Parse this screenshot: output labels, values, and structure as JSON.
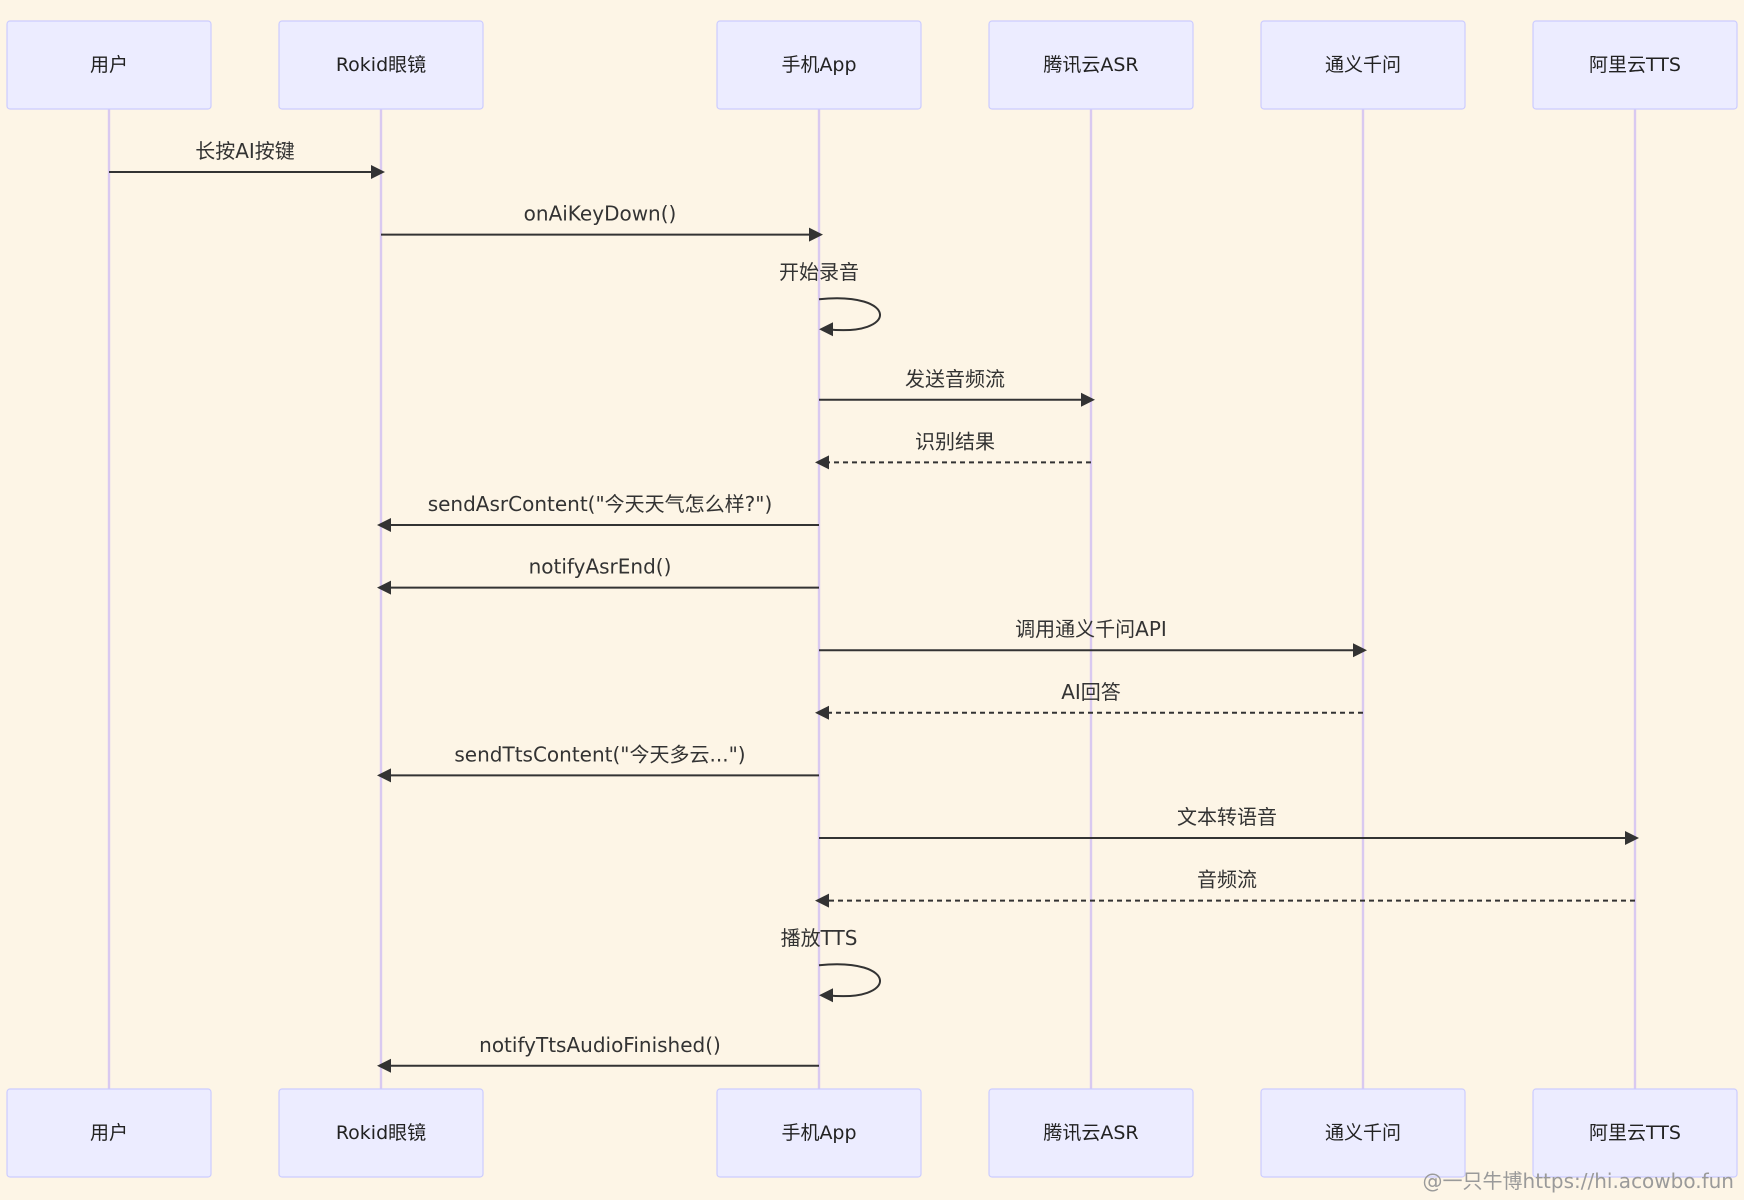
{
  "participants": [
    {
      "id": "user",
      "label": "用户"
    },
    {
      "id": "glasses",
      "label": "Rokid眼镜"
    },
    {
      "id": "phone",
      "label": "手机App"
    },
    {
      "id": "asr",
      "label": "腾讯云ASR"
    },
    {
      "id": "qwen",
      "label": "通义千问"
    },
    {
      "id": "tts",
      "label": "阿里云TTS"
    }
  ],
  "messages": [
    {
      "from": "user",
      "to": "glasses",
      "label": "长按AI按键",
      "style": "solid"
    },
    {
      "from": "glasses",
      "to": "phone",
      "label": "onAiKeyDown()",
      "style": "solid"
    },
    {
      "from": "phone",
      "to": "phone",
      "label": "开始录音",
      "style": "self"
    },
    {
      "from": "phone",
      "to": "asr",
      "label": "发送音频流",
      "style": "solid"
    },
    {
      "from": "asr",
      "to": "phone",
      "label": "识别结果",
      "style": "dashed"
    },
    {
      "from": "phone",
      "to": "glasses",
      "label": "sendAsrContent(\"今天天气怎么样?\")",
      "style": "solid"
    },
    {
      "from": "phone",
      "to": "glasses",
      "label": "notifyAsrEnd()",
      "style": "solid"
    },
    {
      "from": "phone",
      "to": "qwen",
      "label": "调用通义千问API",
      "style": "solid"
    },
    {
      "from": "qwen",
      "to": "phone",
      "label": "AI回答",
      "style": "dashed"
    },
    {
      "from": "phone",
      "to": "glasses",
      "label": "sendTtsContent(\"今天多云...\")",
      "style": "solid"
    },
    {
      "from": "phone",
      "to": "tts",
      "label": "文本转语音",
      "style": "solid"
    },
    {
      "from": "tts",
      "to": "phone",
      "label": "音频流",
      "style": "dashed"
    },
    {
      "from": "phone",
      "to": "phone",
      "label": "播放TTS",
      "style": "self"
    },
    {
      "from": "phone",
      "to": "glasses",
      "label": "notifyTtsAudioFinished()",
      "style": "solid"
    }
  ],
  "colors": {
    "background": "#fdf5e6",
    "actor_fill": "#ececff",
    "actor_stroke": "#ccccff",
    "lifeline": "#d9c9f0",
    "arrow": "#333333"
  },
  "watermark": "@一只牛博https://hi.acowbo.fun"
}
